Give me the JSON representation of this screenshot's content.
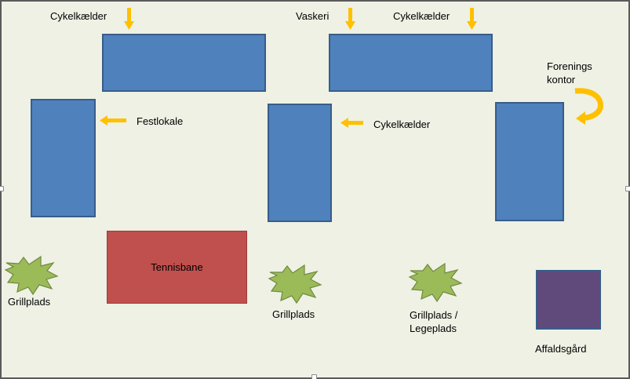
{
  "map": {
    "labels": {
      "cykelkaelder_1": "Cykelkælder",
      "vaskeri": "Vaskeri",
      "cykelkaelder_2": "Cykelkælder",
      "forenings_line1": "Forenings",
      "forenings_line2": "kontor",
      "festlokale": "Festlokale",
      "cykelkaelder_3": "Cykelkælder",
      "tennisbane": "Tennisbane",
      "grillplads_1": "Grillplads",
      "grillplads_2": "Grillplads",
      "grillplads_legeplads_line1": "Grillplads /",
      "grillplads_legeplads_line2": "Legeplads",
      "affaldsgaard": "Affaldsgård"
    },
    "colors": {
      "background": "#eef1e4",
      "building_fill": "#4f81bd",
      "building_border": "#385d8a",
      "tennis_court": "#c0504d",
      "waste_area": "#604a7b",
      "grill_fill": "#9bbb59",
      "grill_border": "#71893f",
      "arrow": "#ffc000"
    }
  }
}
